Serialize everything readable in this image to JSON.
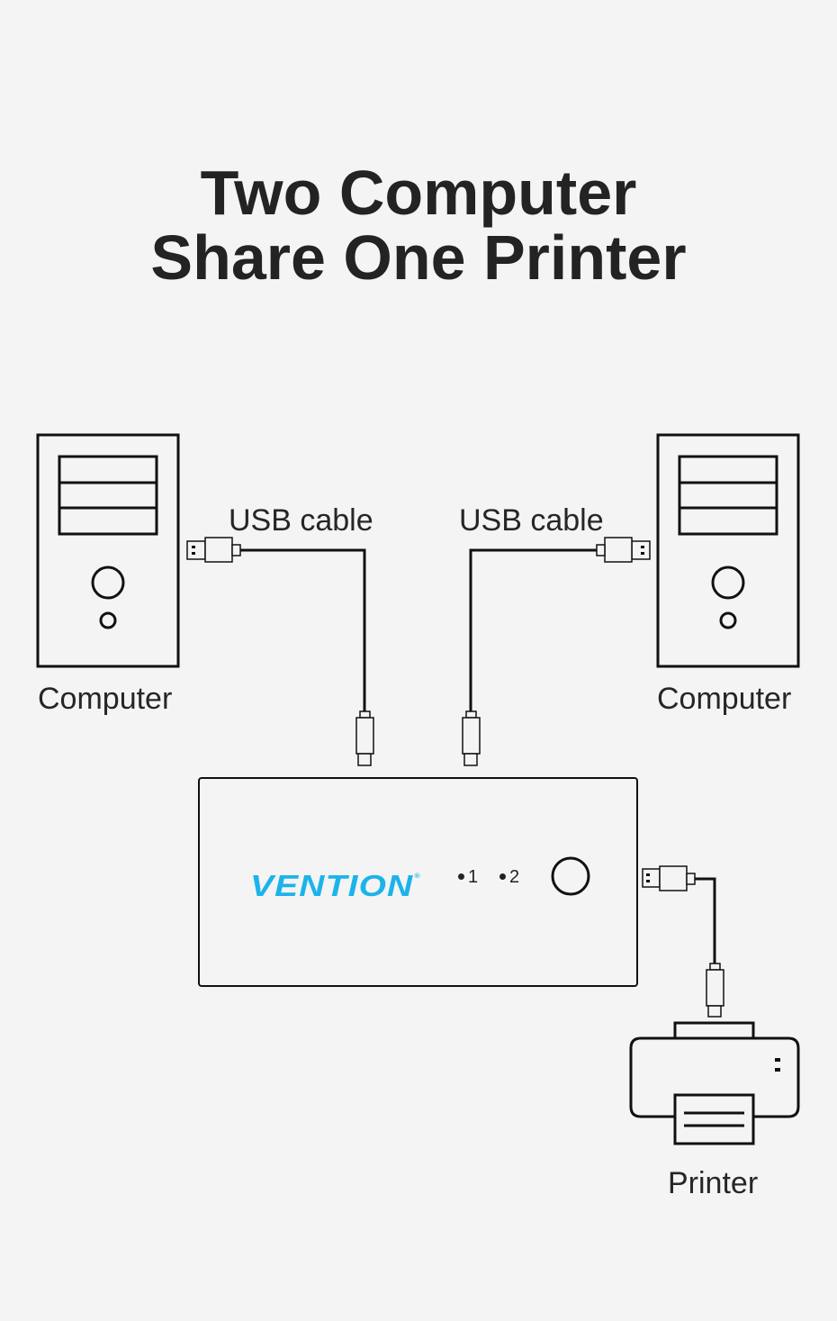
{
  "title": {
    "line1": "Two Computer",
    "line2": "Share One Printer"
  },
  "labels": {
    "computer_left": "Computer",
    "computer_right": "Computer",
    "cable_left": "USB cable",
    "cable_right": "USB cable",
    "printer": "Printer"
  },
  "switch": {
    "brand": "VENTION",
    "led1": "1",
    "led2": "2"
  },
  "colors": {
    "background": "#f4f4f4",
    "ink": "#111111",
    "brand": "#1cb3ea"
  },
  "icons": [
    "computer-tower-icon",
    "usb-plug-icon",
    "printer-icon",
    "power-button-icon"
  ]
}
